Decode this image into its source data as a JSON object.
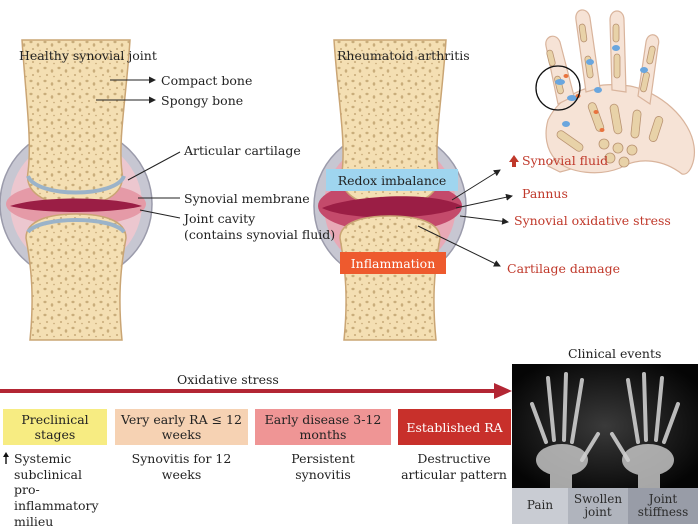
{
  "healthy": {
    "title": "Healthy synovial joint",
    "labels": {
      "compact_bone": "Compact bone",
      "spongy_bone": "Spongy bone",
      "articular_cartilage": "Articular cartilage",
      "synovial_membrane": "Synovial membrane",
      "joint_cavity_1": "Joint cavity",
      "joint_cavity_2": "(contains synovial fluid)"
    }
  },
  "ra": {
    "title": "Rheumatoid arthritis",
    "redox": "Redox imbalance",
    "inflammation": "Inflammation",
    "labels": {
      "synovial_fluid": "Synovial fluid",
      "pannus": "Pannus",
      "oxidative_stress": "Synovial oxidative stress",
      "cartilage_damage": "Cartilage damage"
    }
  },
  "timeline": {
    "arrow_label": "Oxidative stress",
    "stages": [
      {
        "label": "Preclinical stages",
        "caption": "Systemic subclinical pro-inflammatory milieu",
        "color": "#f7ec82"
      },
      {
        "label": "Very early RA ≤ 12 weeks",
        "caption": "Synovitis for 12 weeks",
        "color": "#f6d2b3"
      },
      {
        "label": "Early disease 3-12 months",
        "caption": "Persistent synovitis",
        "color": "#ef9595"
      },
      {
        "label": "Established RA",
        "caption": "Destructive articular pattern",
        "color": "#c8302b"
      }
    ]
  },
  "clinical": {
    "title": "Clinical events",
    "events": [
      "Pain",
      "Swollen joint",
      "Joint stiffness"
    ]
  },
  "colors": {
    "bone": "#f4dfb3",
    "bone_pore": "#c9ad7b",
    "capsule": "#b9b9c6",
    "synovium": "#e59aa7",
    "joint_fluid": "#9b1e45",
    "cartilage": "#a8bfd3",
    "redox_box": "#9fd5ef",
    "inflammation_box": "#ee5a2e",
    "arrow": "#b32634"
  }
}
